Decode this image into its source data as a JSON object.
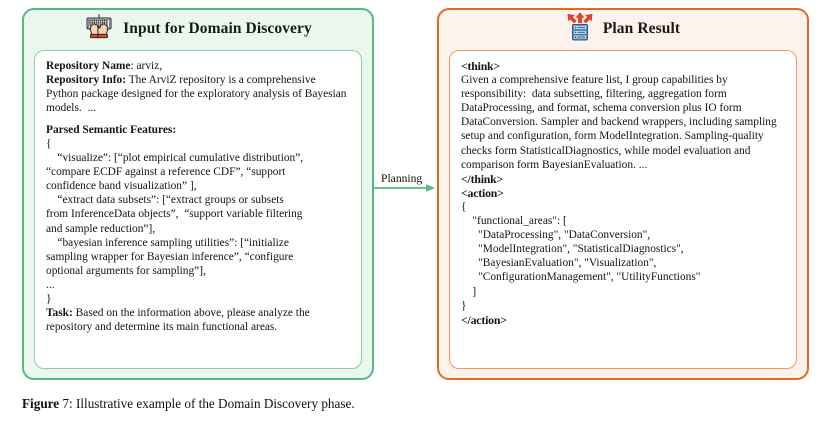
{
  "figure": {
    "label": "Figure",
    "number": "7",
    "caption": ": Illustrative example of the Domain Discovery phase."
  },
  "flow": {
    "arrow_label": "Planning",
    "arrow_icon": "arrow-right-icon",
    "arrow_color": "#56b97f"
  },
  "colors": {
    "input_border": "#56b97f",
    "input_fill": "#eaf7ef",
    "output_border": "#e2682a",
    "output_fill": "#fdf3ec",
    "icon_red": "#e8442c",
    "icon_blue": "#6fb7e8"
  },
  "input_panel": {
    "title": "Input for Domain Discovery",
    "icon": "keyboard-typing-hands-icon",
    "repo_name_label": "Repository Name",
    "repo_name_value": ": arviz,",
    "repo_info_label": "Repository Info:",
    "repo_info_value": " The ArviZ repository is a comprehensive Python package designed for the exploratory analysis of Bayesian models.  ...",
    "features_label": "Parsed Semantic Features:",
    "features_json": "{\n    “visualize”: [“plot empirical cumulative distribution”,\n“compare ECDF against a reference CDF”, “support\nconfidence band visualization” ],\n    “extract data subsets”: [“extract groups or subsets\nfrom InferenceData objects”,  “support variable filtering\nand sample reduction”],\n    “bayesian inference sampling utilities”: [“initialize\nsampling wrapper for Bayesian inference”, “configure\noptional arguments for sampling”],\n...\n}",
    "task_label": "Task:",
    "task_value": " Based on the information above, please analyze the repository and determine its main functional areas."
  },
  "output_panel": {
    "title": "Plan Result",
    "icon": "plan-list-arrows-icon",
    "think_open": "<think>",
    "think_text": "Given a comprehensive feature list, I group capabilities by responsibility:  data subsetting, filtering, aggregation form DataProcessing, and format, schema conversion plus IO form DataConversion. Sampler and backend wrappers, including sampling setup and configuration, form ModelIntegration. Sampling-quality checks form StatisticalDiagnostics, while model evaluation and comparison form BayesianEvaluation. ...",
    "think_close": "</think>",
    "action_open": "<action>",
    "action_json": "{\n    \"functional_areas\": [\n      \"DataProcessing\", \"DataConversion\",\n      \"ModelIntegration\", \"StatisticalDiagnostics\",\n      \"BayesianEvaluation\", \"Visualization\",\n      \"ConfigurationManagement\", \"UtilityFunctions\"\n    ]\n}",
    "action_close": "</action>",
    "functional_areas": [
      "DataProcessing",
      "DataConversion",
      "ModelIntegration",
      "StatisticalDiagnostics",
      "BayesianEvaluation",
      "Visualization",
      "ConfigurationManagement",
      "UtilityFunctions"
    ]
  }
}
